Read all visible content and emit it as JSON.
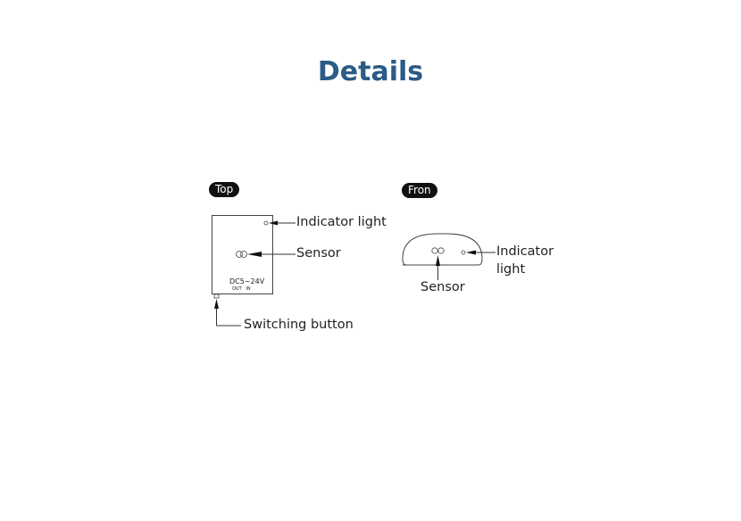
{
  "title": "Details",
  "top_view": {
    "tag": "Top",
    "labels": {
      "indicator": "Indicator light",
      "sensor": "Sensor",
      "switch": "Switching button"
    },
    "device_text": {
      "voltage": "DC5~24V",
      "ports": "OUT   IN"
    }
  },
  "front_view": {
    "tag": "Fron",
    "labels": {
      "indicator_line1": "Indicator",
      "indicator_line2": "light",
      "sensor": "Sensor"
    }
  },
  "colors": {
    "title": "#2b5b87",
    "pill_bg": "#111111",
    "line": "#333333"
  }
}
